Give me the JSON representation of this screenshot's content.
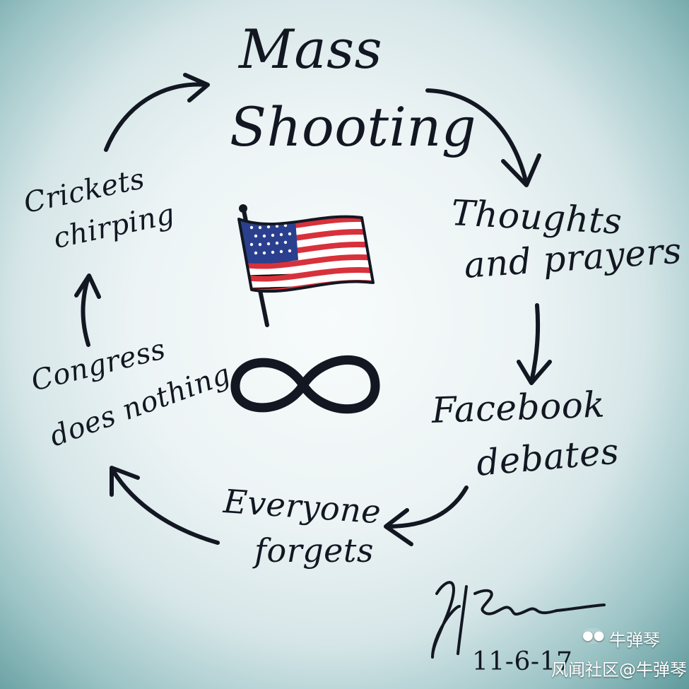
{
  "cycle": {
    "title_line1": "Mass",
    "title_line2": "Shooting",
    "stages": [
      {
        "id": "thoughts",
        "line1": "Thoughts",
        "line2": "and prayers"
      },
      {
        "id": "facebook",
        "line1": "Facebook",
        "line2": "debates"
      },
      {
        "id": "forgets",
        "line1": "Everyone",
        "line2": "forgets"
      },
      {
        "id": "congress",
        "line1": "Congress",
        "line2": "does nothing"
      },
      {
        "id": "crickets",
        "line1": "Crickets",
        "line2": "chirping"
      }
    ]
  },
  "signature": {
    "date": "11-6-17"
  },
  "watermark": {
    "line1": "牛弹琴",
    "line2": "风闻社区@牛弹琴"
  },
  "icons": [
    "american-flag-icon",
    "infinity-icon",
    "wechat-icon"
  ],
  "colors": {
    "ink": "#121722",
    "flag_red": "#d7313b",
    "flag_blue": "#2b3f8f",
    "board": "#edf4f5",
    "border_teal": "#5f9a9c"
  }
}
